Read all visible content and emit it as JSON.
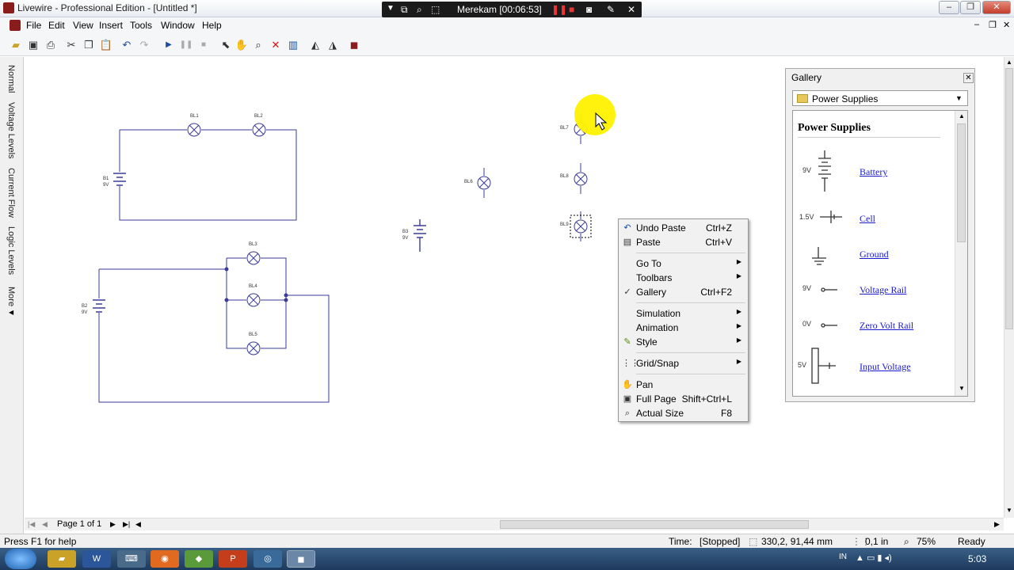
{
  "window": {
    "title": "Livewire - Professional Edition - [Untitled *]"
  },
  "recorder": {
    "label": "Merekam [00:06:53]"
  },
  "menu": [
    "File",
    "Edit",
    "View",
    "Insert",
    "Tools",
    "Window",
    "Help"
  ],
  "left_tabs": [
    "Normal",
    "Voltage Levels",
    "Current Flow",
    "Logic Levels",
    "More"
  ],
  "circuit_labels": {
    "bl1": "BL1",
    "bl2": "BL2",
    "bl3": "BL3",
    "bl4": "BL4",
    "bl5": "BL5",
    "bl6": "BL6",
    "bl7": "BL7",
    "bl8": "BL8",
    "bl9": "BL9",
    "b1": "B1",
    "b2": "B2",
    "b3": "B3",
    "v9": "9V"
  },
  "context_menu": {
    "items": [
      {
        "label": "Undo Paste",
        "shortcut": "Ctrl+Z"
      },
      {
        "label": "Paste",
        "shortcut": "Ctrl+V"
      },
      {
        "label": "Go To"
      },
      {
        "label": "Toolbars"
      },
      {
        "label": "Gallery",
        "shortcut": "Ctrl+F2"
      },
      {
        "label": "Simulation"
      },
      {
        "label": "Animation"
      },
      {
        "label": "Style"
      },
      {
        "label": "Grid/Snap"
      },
      {
        "label": "Pan"
      },
      {
        "label": "Full Page",
        "shortcut": "Shift+Ctrl+L"
      },
      {
        "label": "Actual Size",
        "shortcut": "F8"
      }
    ]
  },
  "gallery": {
    "title": "Gallery",
    "category": "Power Supplies",
    "heading": "Power Supplies",
    "items": [
      {
        "label": "Battery",
        "value": "9V"
      },
      {
        "label": "Cell",
        "value": "1.5V"
      },
      {
        "label": "Ground",
        "value": ""
      },
      {
        "label": "Voltage Rail",
        "value": "9V"
      },
      {
        "label": "Zero Volt Rail",
        "value": "0V"
      },
      {
        "label": "Input Voltage",
        "value": "5V"
      }
    ]
  },
  "pager": {
    "label": "Page 1 of 1"
  },
  "status": {
    "help": "Press F1 for help",
    "time_label": "Time:",
    "time_value": "[Stopped]",
    "coords": "330,2, 91,44 mm",
    "grid": "0,1 in",
    "zoom": "75%",
    "state": "Ready"
  },
  "taskbar": {
    "clock": "5:03",
    "lang": "IN"
  }
}
